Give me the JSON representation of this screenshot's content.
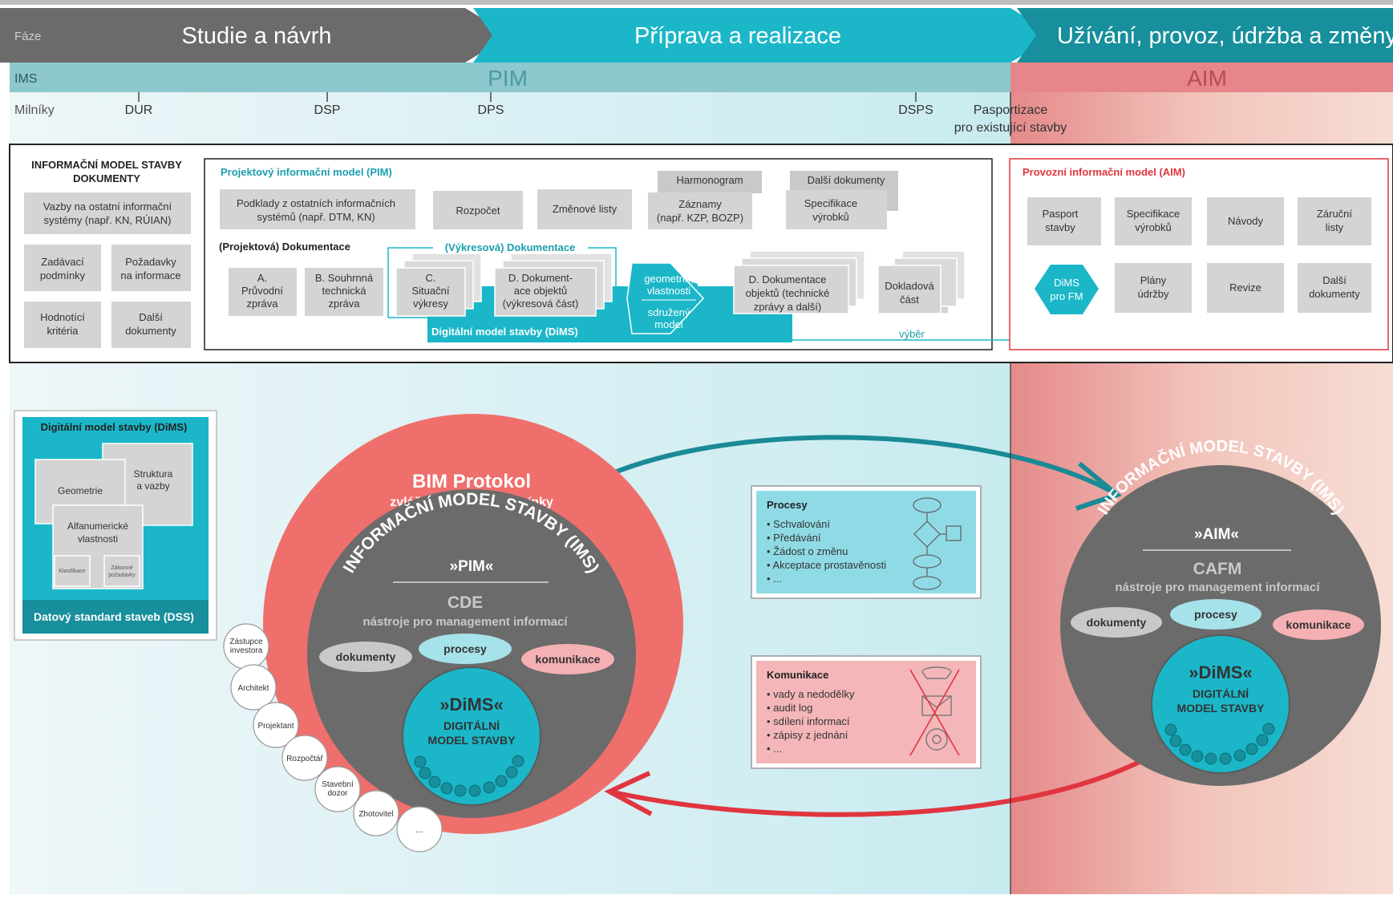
{
  "header": {
    "faze_label": "Fáze",
    "phases": [
      "Studie a návrh",
      "Příprava a realizace",
      "Užívání, provoz, údržba a změny"
    ],
    "ims_label": "IMS",
    "pim_label": "PIM",
    "aim_label": "AIM",
    "milestones_label": "Milníky",
    "milestones": [
      "DUR",
      "DSP",
      "DPS",
      "DSPS"
    ],
    "pasport_lines": [
      "Pasportizace",
      "pro existující stavby"
    ]
  },
  "ims_box": {
    "title_lines": [
      "INFORMAČNÍ MODEL STAVBY",
      "DOKUMENTY"
    ],
    "items": [
      [
        "Vazby na ostatní informační",
        "systémy (např. KN, RÚIAN)"
      ],
      [
        "Zadávací",
        "podmínky"
      ],
      [
        "Požadavky",
        "na informace"
      ],
      [
        "Hodnotící",
        "kritéria"
      ],
      [
        "Další",
        "dokumenty"
      ]
    ]
  },
  "pim_box": {
    "title": "Projektový informační model (PIM)",
    "top_items": [
      [
        "Podklady z ostatních informačních",
        "systémů (např. DTM, KN)"
      ],
      [
        "Rozpočet"
      ],
      [
        "Změnové listy"
      ],
      [
        "Harmonogram"
      ],
      [
        "Záznamy",
        "(např. KZP, BOZP)"
      ],
      [
        "Další dokumenty"
      ],
      [
        "Specifikace",
        "výrobků"
      ]
    ],
    "doc_label": "(Projektová) Dokumentace",
    "vykres_label": "(Výkresová) Dokumentace",
    "doc_items": [
      [
        "A.",
        "Průvodní",
        "zpráva"
      ],
      [
        "B. Souhrnná",
        "technická",
        "zpráva"
      ],
      [
        "C.",
        "Situační",
        "výkresy"
      ],
      [
        "D. Dokument-",
        "ace objektů",
        "(výkresová část)"
      ],
      [
        "D. Dokumentace",
        "objektů (technické",
        "zprávy a další)"
      ],
      [
        "Dokladová",
        "část"
      ]
    ],
    "hex_top": [
      "geometrie,",
      "vlastnosti"
    ],
    "hex_bottom": [
      "sdružený",
      "model"
    ],
    "dims_label": "Digitální model stavby (DiMS)",
    "vyber_label": "výběr"
  },
  "aim_box": {
    "title": "Provozní informační model (AIM)",
    "items": [
      [
        "Pasport",
        "stavby"
      ],
      [
        "Specifikace",
        "výrobků"
      ],
      [
        "Návody"
      ],
      [
        "Záruční",
        "listy"
      ],
      [
        "Plány",
        "údržby"
      ],
      [
        "Revize"
      ],
      [
        "Další",
        "dokumenty"
      ]
    ],
    "dims_fm": [
      "DiMS",
      "pro FM"
    ]
  },
  "dims_panel": {
    "title": "Digitální model stavby (DiMS)",
    "geometrie": "Geometrie",
    "struktura": [
      "Struktura",
      "a vazby"
    ],
    "alfa": [
      "Alfanumerické",
      "vlastnosti"
    ],
    "klasifikace": "Klasifikace",
    "zakonne": [
      "Zákonné",
      "požadavky"
    ],
    "footer": "Datový standard staveb (DSS)"
  },
  "bim": {
    "title": "BIM Protokol",
    "subtitle": "zvláštní smluvní podmínky",
    "ring_text": "INFORMAČNÍ MODEL STAVBY (IMS)",
    "model": "»PIM«",
    "tool": "CDE",
    "tool_sub": "nástroje pro management informací",
    "pills": [
      "dokumenty",
      "procesy",
      "komunikace"
    ],
    "dims_big": "»DiMS«",
    "dims_lines": [
      "DIGITÁLNÍ",
      "MODEL STAVBY"
    ]
  },
  "aim_circle": {
    "ring_text": "INFORMAČNÍ MODEL STAVBY (IMS)",
    "model": "»AIM«",
    "tool": "CAFM",
    "tool_sub": "nástroje pro management informací",
    "pills": [
      "dokumenty",
      "procesy",
      "komunikace"
    ],
    "dims_big": "»DiMS«",
    "dims_lines": [
      "DIGITÁLNÍ",
      "MODEL STAVBY"
    ]
  },
  "roles": [
    [
      "Zástupce",
      "investora"
    ],
    [
      "Architekt"
    ],
    [
      "Projektant"
    ],
    [
      "Rozpočtář"
    ],
    [
      "Stavební",
      "dozor"
    ],
    [
      "Zhotovitel"
    ],
    [
      "..."
    ]
  ],
  "procesy": {
    "title": "Procesy",
    "items": [
      "• Schvalování",
      "• Předávání",
      "• Žádost o změnu",
      "• Akceptace prostavěnosti",
      "• ..."
    ]
  },
  "komunikace": {
    "title": "Komunikace",
    "items": [
      "• vady a nedodělky",
      "• audit log",
      "• sdílení informací",
      "• zápisy z jednání",
      "• ..."
    ]
  },
  "colors": {
    "teal": "#1bb7c9",
    "dark_teal": "#178f9c",
    "gray": "#6b6b6b",
    "red": "#e0353f",
    "salmon": "#ef6f6c"
  }
}
